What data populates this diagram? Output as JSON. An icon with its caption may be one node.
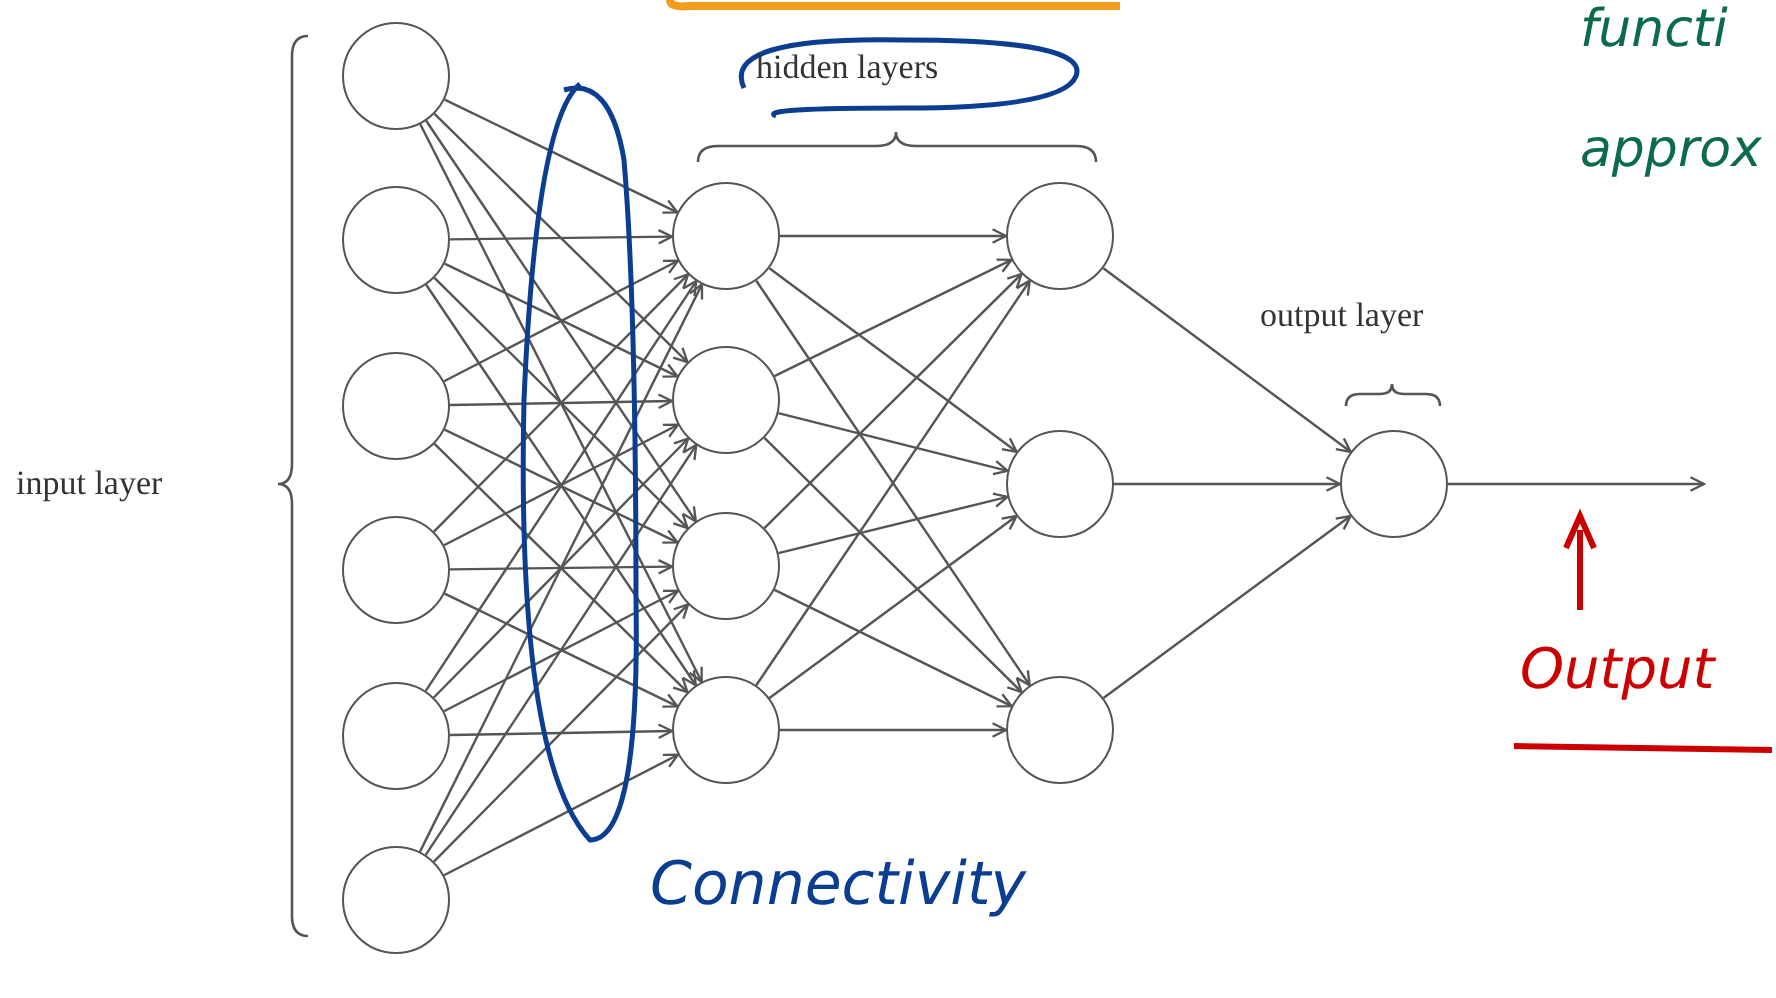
{
  "diagram": {
    "nodes": [
      {
        "text": [],
        "shape": "circle"
      },
      {
        "text": [],
        "shape": "circle"
      },
      {
        "text": [],
        "shape": "circle"
      },
      {
        "text": [],
        "shape": "circle"
      },
      {
        "text": [],
        "shape": "circle"
      },
      {
        "text": [],
        "shape": "circle"
      },
      {
        "text": [],
        "shape": "circle"
      },
      {
        "text": [],
        "shape": "circle"
      },
      {
        "text": [],
        "shape": "circle"
      },
      {
        "text": [],
        "shape": "circle"
      },
      {
        "text": [],
        "shape": "circle"
      },
      {
        "text": [],
        "shape": "circle"
      },
      {
        "text": [],
        "shape": "circle"
      },
      {
        "text": [],
        "shape": "circle"
      }
    ],
    "edges": [
      {
        "from": 0,
        "to": 6,
        "arrow": "to"
      },
      {
        "from": 0,
        "to": 7,
        "arrow": "to"
      },
      {
        "from": 0,
        "to": 8,
        "arrow": "to"
      },
      {
        "from": 0,
        "to": 9,
        "arrow": "to"
      },
      {
        "from": 1,
        "to": 6,
        "arrow": "to"
      },
      {
        "from": 1,
        "to": 7,
        "arrow": "to"
      },
      {
        "from": 1,
        "to": 8,
        "arrow": "to"
      },
      {
        "from": 1,
        "to": 9,
        "arrow": "to"
      },
      {
        "from": 2,
        "to": 6,
        "arrow": "to"
      },
      {
        "from": 2,
        "to": 7,
        "arrow": "to"
      },
      {
        "from": 2,
        "to": 8,
        "arrow": "to"
      },
      {
        "from": 2,
        "to": 9,
        "arrow": "to"
      },
      {
        "from": 3,
        "to": 6,
        "arrow": "to"
      },
      {
        "from": 3,
        "to": 7,
        "arrow": "to"
      },
      {
        "from": 3,
        "to": 8,
        "arrow": "to"
      },
      {
        "from": 3,
        "to": 9,
        "arrow": "to"
      },
      {
        "from": 4,
        "to": 6,
        "arrow": "to"
      },
      {
        "from": 4,
        "to": 7,
        "arrow": "to"
      },
      {
        "from": 4,
        "to": 8,
        "arrow": "to"
      },
      {
        "from": 4,
        "to": 9,
        "arrow": "to"
      },
      {
        "from": 5,
        "to": 6,
        "arrow": "to"
      },
      {
        "from": 5,
        "to": 7,
        "arrow": "to"
      },
      {
        "from": 5,
        "to": 8,
        "arrow": "to"
      },
      {
        "from": 5,
        "to": 9,
        "arrow": "to"
      },
      {
        "from": 6,
        "to": 10,
        "arrow": "to"
      },
      {
        "from": 6,
        "to": 11,
        "arrow": "to"
      },
      {
        "from": 6,
        "to": 12,
        "arrow": "to"
      },
      {
        "from": 7,
        "to": 10,
        "arrow": "to"
      },
      {
        "from": 7,
        "to": 11,
        "arrow": "to"
      },
      {
        "from": 7,
        "to": 12,
        "arrow": "to"
      },
      {
        "from": 8,
        "to": 10,
        "arrow": "to"
      },
      {
        "from": 8,
        "to": 11,
        "arrow": "to"
      },
      {
        "from": 8,
        "to": 12,
        "arrow": "to"
      },
      {
        "from": 9,
        "to": 10,
        "arrow": "to"
      },
      {
        "from": 9,
        "to": 11,
        "arrow": "to"
      },
      {
        "from": 9,
        "to": 12,
        "arrow": "to"
      },
      {
        "from": 10,
        "to": 13,
        "arrow": "to"
      },
      {
        "from": 11,
        "to": 13,
        "arrow": "to"
      },
      {
        "from": 12,
        "to": 13,
        "arrow": "to"
      },
      {
        "from": 13,
        "to": null,
        "arrow": "to"
      }
    ],
    "labels": [
      "hidden layers",
      "functi",
      "approx",
      "output layer",
      "input layer",
      "Output",
      "Connectivity"
    ]
  }
}
